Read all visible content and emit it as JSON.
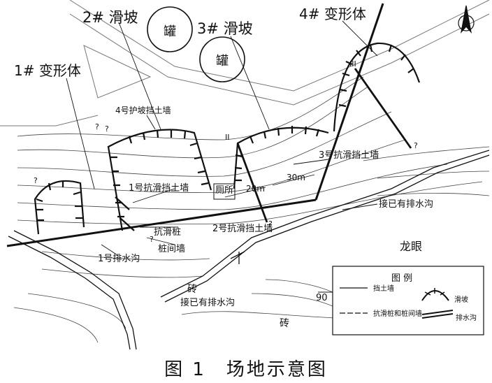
{
  "labels": {
    "slide2": "2# 滑坡",
    "slide3": "3# 滑坡",
    "deform4": "4# 变形体",
    "deform1": "1# 变形体",
    "tank1": "罐",
    "tank2": "罐",
    "wall4": "4号护坡挡土墙",
    "wall1": "1号抗滑挡土墙",
    "wall2": "2号抗滑挡土墙",
    "wall3": "3号抗滑挡土墙",
    "pile": "抗滑桩",
    "pile_wall": "桩间墙",
    "ditch1": "1号排水沟",
    "connect_a": "接已有排水沟",
    "connect_b": "接已有排水沟",
    "toilet": "厕所",
    "d20": "20m",
    "d30": "30m",
    "longyan": "龙眼",
    "brick1": "砖",
    "brick2": "砖",
    "num90": "90",
    "roman2": "II",
    "roman3": "III",
    "q1": "?",
    "q2": "?",
    "q3": "?",
    "q4": "?",
    "q5": "?",
    "q6": "?"
  },
  "legend": {
    "title": "图 例",
    "retaining_wall": "挡土墙",
    "landslide": "滑坡",
    "pile_and_wall": "抗滑桩和桩间墙",
    "drain": "排水沟"
  },
  "caption": "图 1　场地示意图"
}
